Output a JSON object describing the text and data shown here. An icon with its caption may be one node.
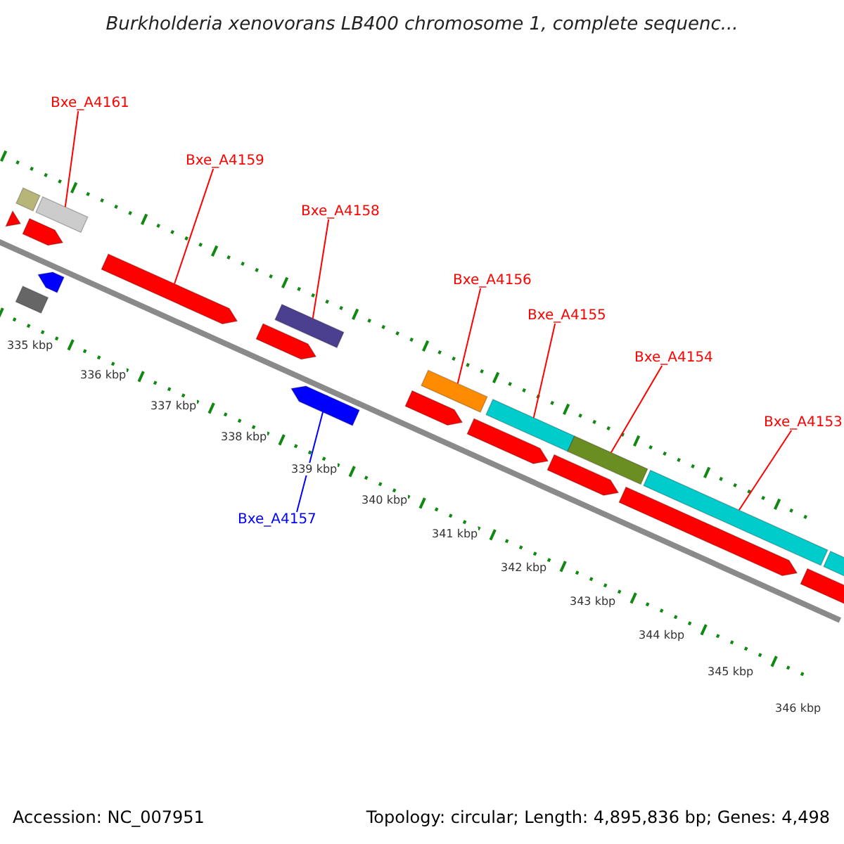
{
  "diagram": {
    "title": "Burkholderia xenovorans LB400 chromosome 1, complete sequenc...",
    "nodes": [
      {
        "text": [
          "Bxe_A4161"
        ]
      },
      {
        "text": [],
        "shape": "bar"
      },
      {
        "text": [
          "Bxe_A4159"
        ]
      },
      {
        "text": [],
        "shape": "bar"
      },
      {
        "text": [
          "Bxe_A4158"
        ]
      },
      {
        "text": [],
        "shape": "bar"
      },
      {
        "text": [
          "Bxe_A4157"
        ]
      },
      {
        "text": [],
        "shape": "bar"
      },
      {
        "text": [
          "Bxe_A4156"
        ]
      },
      {
        "text": [],
        "shape": "bar"
      },
      {
        "text": [
          "Bxe_A4155"
        ]
      },
      {
        "text": [],
        "shape": "bar"
      },
      {
        "text": [
          "Bxe_A4154"
        ]
      },
      {
        "text": [],
        "shape": "bar"
      },
      {
        "text": [
          "Bxe_A4153"
        ]
      },
      {
        "text": [],
        "shape": "bar"
      },
      {
        "text": [],
        "shape": "bar"
      },
      {
        "text": [],
        "shape": "bar"
      },
      {
        "text": [],
        "shape": "bar"
      },
      {
        "text": [],
        "shape": "bar"
      },
      {
        "text": [],
        "shape": "bar"
      },
      {
        "text": [],
        "shape": "bar"
      },
      {
        "text": [],
        "shape": "bar"
      },
      {
        "text": [],
        "shape": "bar"
      },
      {
        "text": [],
        "shape": "bar"
      },
      {
        "text": [],
        "shape": "bar"
      },
      {
        "text": [],
        "shape": "bar"
      },
      {
        "text": [],
        "shape": "bar"
      }
    ],
    "edges": [
      {
        "from": 0,
        "to": 1,
        "arrow": "none"
      },
      {
        "from": 2,
        "to": 3,
        "arrow": "none"
      },
      {
        "from": 4,
        "to": 5,
        "arrow": "none"
      },
      {
        "from": 6,
        "to": 7,
        "arrow": "none",
        "color": "#0000ff"
      },
      {
        "from": 8,
        "to": 9,
        "arrow": "none"
      },
      {
        "from": 10,
        "to": 11,
        "arrow": "none"
      },
      {
        "from": 12,
        "to": 13,
        "arrow": "none"
      },
      {
        "from": 14,
        "to": 15,
        "arrow": "none"
      }
    ],
    "labels": [
      "335 kbp",
      "336 kbp",
      "337 kbp",
      "338 kbp",
      "339 kbp",
      "340 kbp",
      "341 kbp",
      "342 kbp",
      "343 kbp",
      "344 kbp",
      "345 kbp",
      "346 kbp",
      "Accession: NC_007951",
      "Topology: circular; Length: 4,895,836 bp; Genes: 4,498"
    ]
  }
}
